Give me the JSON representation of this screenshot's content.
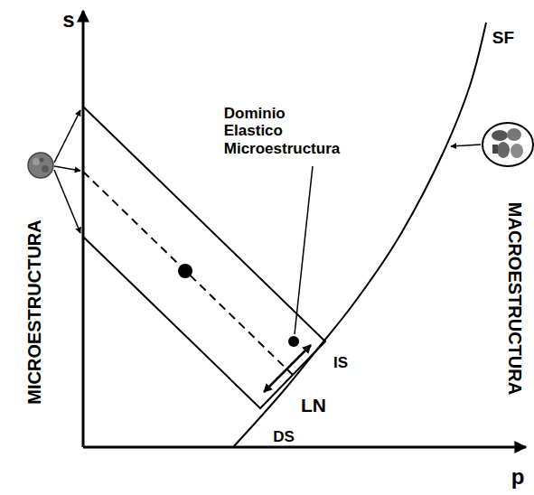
{
  "diagram": {
    "labels": [
      "s",
      "MICROESTRUCTURA",
      "Dominio Elastico Microestructura",
      "SF",
      "IS",
      "LN",
      "DS",
      "MACROESTRUCTURA",
      "p"
    ]
  }
}
